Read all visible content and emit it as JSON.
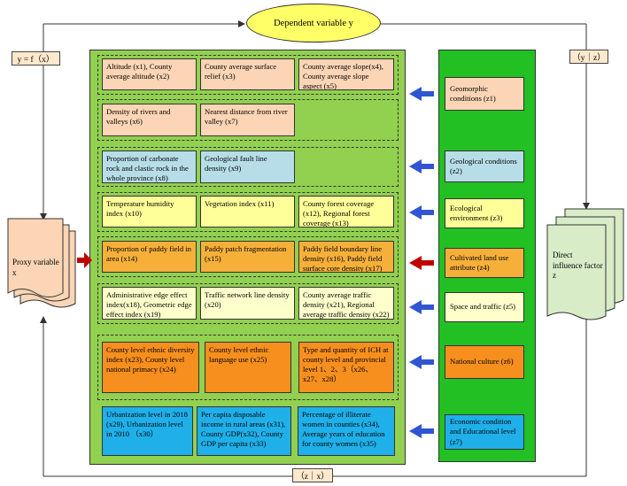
{
  "dependent_variable": "Dependent variable y",
  "left_label": "y = f（x）",
  "right_label": "（y｜z）",
  "bottom_label": "（z｜x）",
  "proxy_variable": "Proxy variable x",
  "direct_influence": "Direct influence factor z",
  "groups": [
    {
      "cells": [
        "Altitude (x1), County average altitude (x2)",
        "County average surface relief (x3)",
        "County average slope(x4), County average slope aspect (x5)"
      ],
      "color": "#fbd5b5"
    },
    {
      "cells": [
        "Density of rivers and valleys (x6)",
        "Nearest distance from river valley (x7)"
      ],
      "color": "#fbd5b5"
    },
    {
      "cells": [
        "Proportion of carbonate rock and clastic rock in the whole province (x8)",
        "Geological fault line density (x9)"
      ],
      "color": "#b7dee8"
    },
    {
      "cells": [
        "Temperature humidity index (x10)",
        "Vegetation index (x11)",
        "County forest coverage (x12), Regional forest coverage (x13)"
      ],
      "color": "#ffff99"
    },
    {
      "cells": [
        "Proportion of paddy field in area (x14)",
        "Paddy patch fragmentation (x15)",
        "Paddy field boundary line density (x16), Paddy field surface core density (x17)"
      ],
      "color": "#f6b03a"
    },
    {
      "cells": [
        "Administrative edge effect index(x18), Geometric edge effect index (x19)",
        "Traffic network line density (x20)",
        "County average traffic density (x21), Regional average traffic density (x22)"
      ],
      "color": "#ffffcc"
    },
    {
      "cells": [
        "County level ethnic diversity index (x23), County level national primacy (x24)",
        "County level ethnic language use (x25)",
        "Type and quantity of ICH at county level and provincial level 1、2、3（x26、x27、x28）"
      ],
      "color": "#f68f1e"
    },
    {
      "cells": [
        "Urbanization level in 2018 (x29), Urbanization level in 2010 （x30）",
        "Per capita disposable income in rural areas (x31), County GDP(x32), County GDP per capita (x33)",
        "Percentage of illiterate women in counties (x34), Average years of education for county women (x35)"
      ],
      "color": "#1fb0ea"
    }
  ],
  "factors": [
    {
      "label": "Geomorphic conditions (z1)",
      "color": "#fbd5b5"
    },
    {
      "label": "Geological conditions (z2)",
      "color": "#b7dee8"
    },
    {
      "label": "Ecological environment (z3)",
      "color": "#ffff99"
    },
    {
      "label": "Cultivated land use attribute (z4)",
      "color": "#f6b03a"
    },
    {
      "label": "Space and traffic (z5)",
      "color": "#ffffcc"
    },
    {
      "label": "National culture (z6)",
      "color": "#f68f1e"
    },
    {
      "label": "Economic condition and Educational level (z7)",
      "color": "#1fb0ea"
    }
  ],
  "colors": {
    "panel_left": "#92d050",
    "panel_right": "#22c022",
    "arrow_blue": "#2f55d4",
    "arrow_red": "#c00000",
    "ellipse": "#ffff66"
  }
}
